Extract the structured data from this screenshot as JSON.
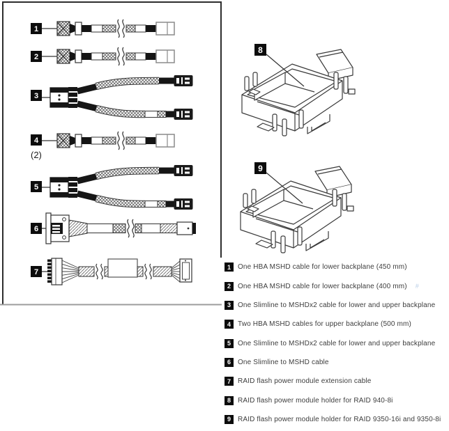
{
  "diagram": {
    "cable_labels": [
      "1",
      "2",
      "3",
      "4",
      "5",
      "6",
      "7"
    ],
    "qty_note": "(2)",
    "holder_labels": [
      "8",
      "9"
    ]
  },
  "legend": {
    "items": [
      {
        "num": "1",
        "text": "One HBA MSHD cable for lower backplane (450 mm)"
      },
      {
        "num": "2",
        "text": "One HBA MSHD cable for lower backplane (400 mm)"
      },
      {
        "num": "3",
        "text": "One Slimline to MSHDx2 cable for lower and upper backplane"
      },
      {
        "num": "4",
        "text": "Two HBA MSHD cables for upper backplane (500 mm)"
      },
      {
        "num": "5",
        "text": "One Slimline to MSHDx2 cable for lower and upper backplane"
      },
      {
        "num": "6",
        "text": "One Slimline to MSHD cable"
      },
      {
        "num": "7",
        "text": "RAID flash power module extension cable"
      },
      {
        "num": "8",
        "text": "RAID flash power module holder for RAID 940-8i"
      },
      {
        "num": "9",
        "text": "RAID flash power module holder for RAID 9350-16i and 9350-8i"
      }
    ],
    "anchor_icon_char": "#"
  },
  "colors": {
    "line_art": "#3a3a3a",
    "badge_bg": "#0c0c0c",
    "badge_text": "#ffffff",
    "legend_text": "#3d3d3d",
    "anchor_icon": "#b9cfe8",
    "figure_border": "#2d2d2d",
    "figure_border_bottom": "#9c9c9c"
  }
}
